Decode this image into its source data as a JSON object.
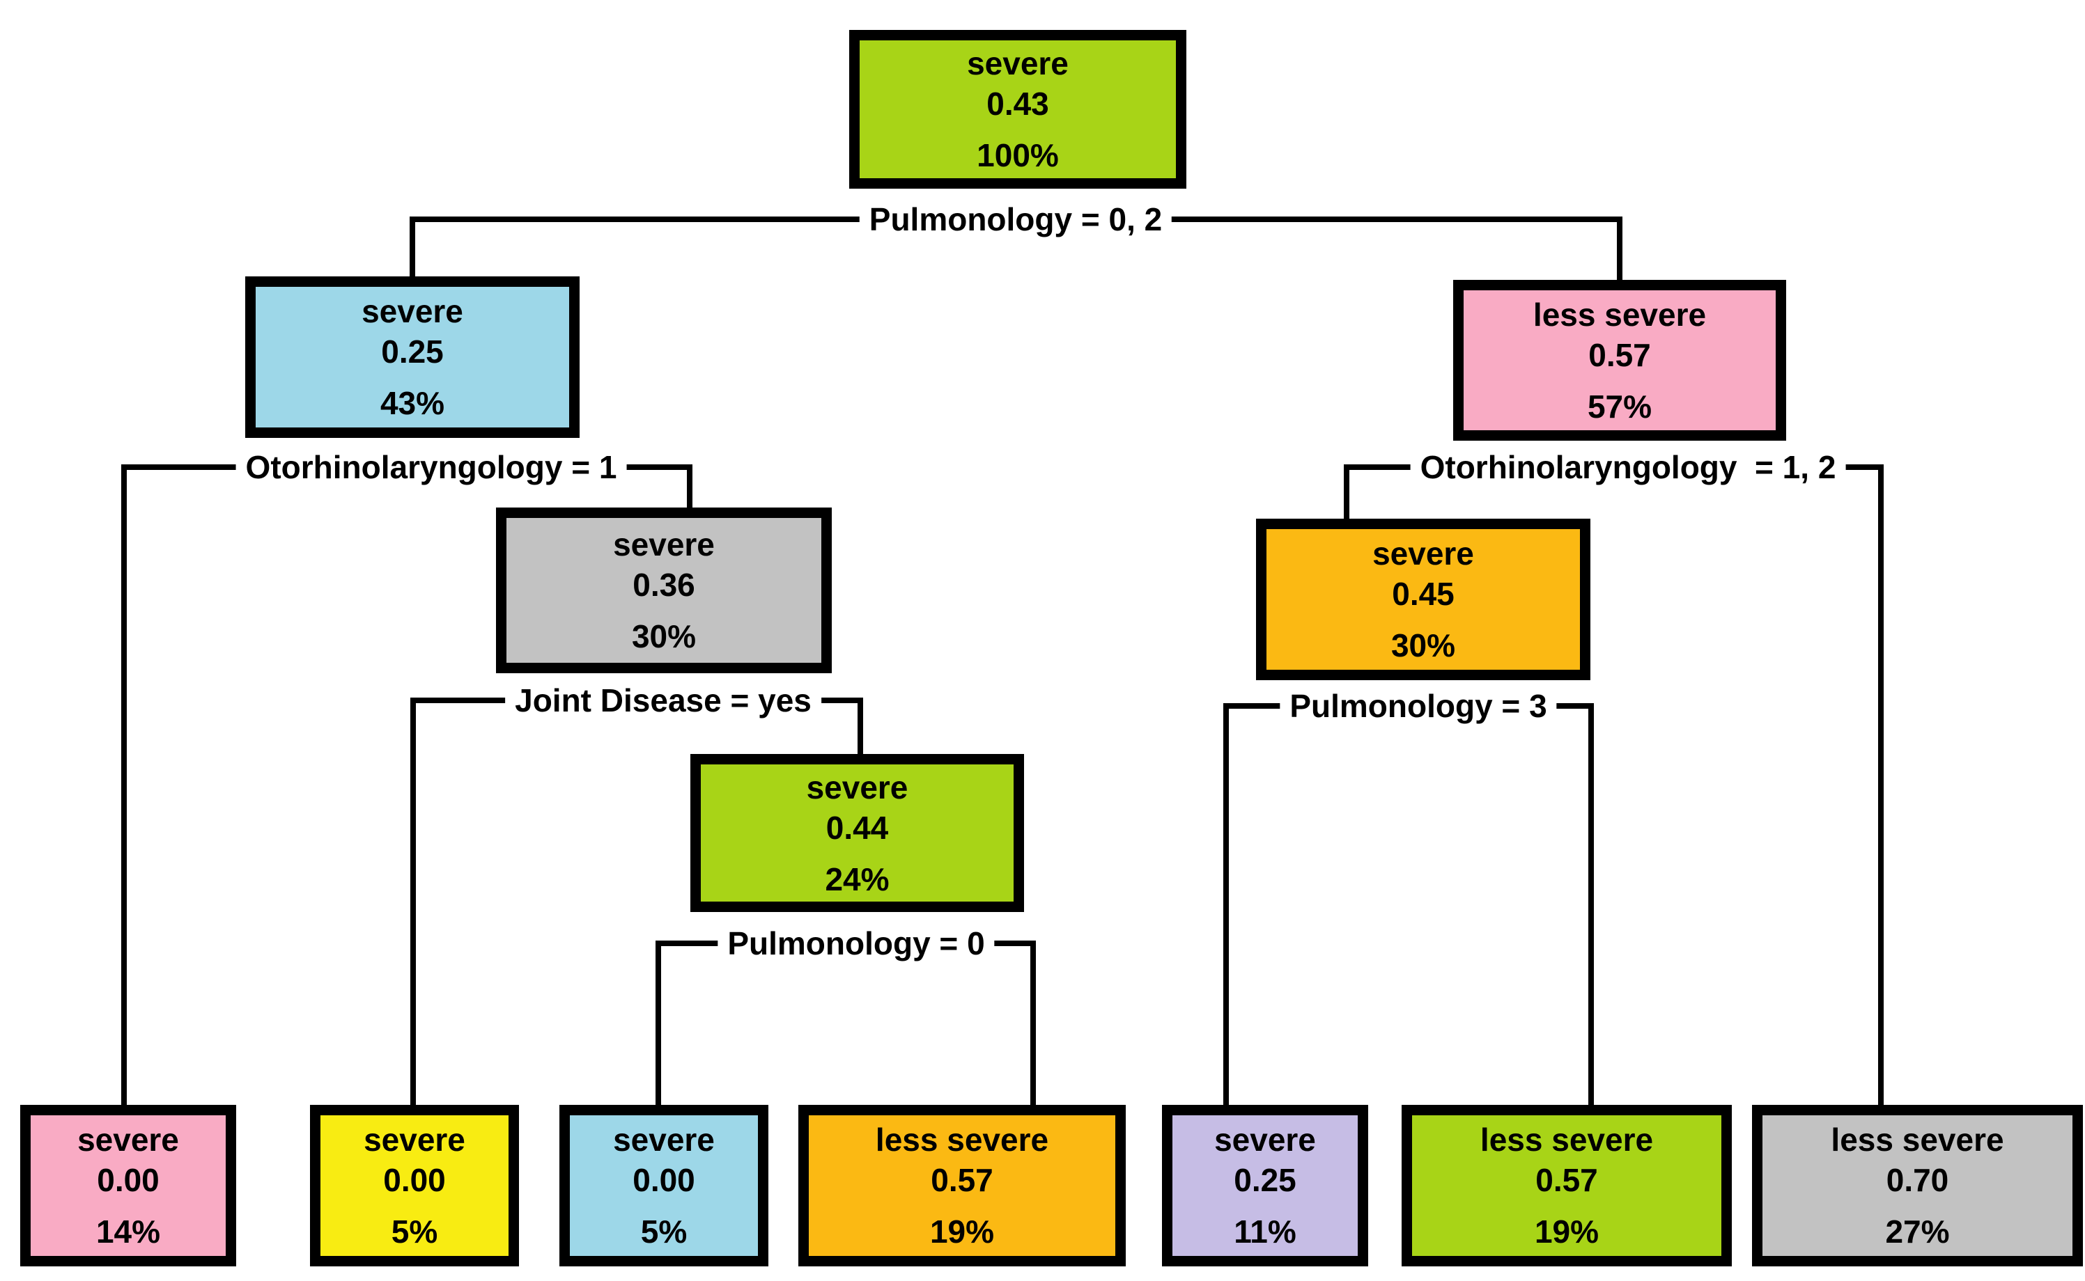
{
  "diagram": {
    "type": "decision-tree",
    "node_border_color": "#000000",
    "edge_color": "#000000",
    "background": "#ffffff",
    "class_labels": [
      "severe",
      "less severe"
    ],
    "nodes": {
      "root": {
        "label": "severe",
        "value": "0.43",
        "percent": "100%",
        "color": "#a8d417"
      },
      "l": {
        "label": "severe",
        "value": "0.25",
        "percent": "43%",
        "color": "#9dd7e8"
      },
      "r": {
        "label": "less severe",
        "value": "0.57",
        "percent": "57%",
        "color": "#f9abc4"
      },
      "ll": {
        "label": "severe",
        "value": "0.00",
        "percent": "14%",
        "color": "#f9abc4"
      },
      "lr": {
        "label": "severe",
        "value": "0.36",
        "percent": "30%",
        "color": "#c2c2c2"
      },
      "lrl": {
        "label": "severe",
        "value": "0.00",
        "percent": "5%",
        "color": "#f8ec12"
      },
      "lrr": {
        "label": "severe",
        "value": "0.44",
        "percent": "24%",
        "color": "#a8d417"
      },
      "lrrl": {
        "label": "severe",
        "value": "0.00",
        "percent": "5%",
        "color": "#9dd7e8"
      },
      "lrrr": {
        "label": "less severe",
        "value": "0.57",
        "percent": "19%",
        "color": "#fbb913"
      },
      "rl": {
        "label": "severe",
        "value": "0.45",
        "percent": "30%",
        "color": "#fbb913"
      },
      "rll": {
        "label": "severe",
        "value": "0.25",
        "percent": "11%",
        "color": "#c6bde5"
      },
      "rlr": {
        "label": "less severe",
        "value": "0.57",
        "percent": "19%",
        "color": "#a8d417"
      },
      "rr": {
        "label": "less severe",
        "value": "0.70",
        "percent": "27%",
        "color": "#c2c2c2"
      }
    },
    "splits": {
      "s1": {
        "label": "Pulmonology = 0, 2"
      },
      "s2": {
        "label": "Otorhinolaryngology = 1"
      },
      "s3": {
        "label": "Joint Disease = yes"
      },
      "s4": {
        "label": "Pulmonology = 0"
      },
      "s5": {
        "label": "Pulmonology = 3"
      },
      "s6": {
        "label": "Otorhinolaryngology  = 1, 2"
      }
    }
  }
}
